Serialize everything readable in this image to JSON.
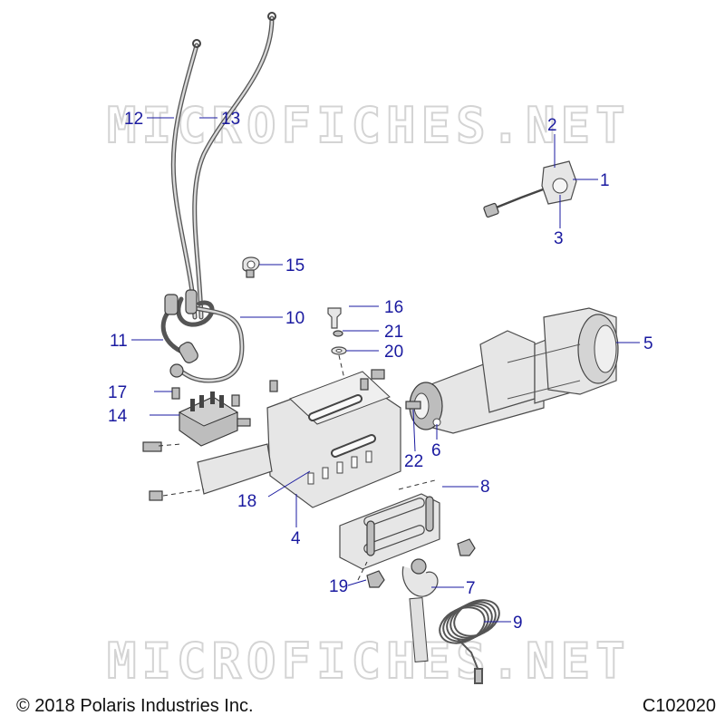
{
  "watermark": "MICROFICHES.NET",
  "copyright": "© 2018 Polaris Industries Inc.",
  "diagram_code": "C102020",
  "callouts": {
    "c1": "1",
    "c2": "2",
    "c3": "3",
    "c4": "4",
    "c5": "5",
    "c6": "6",
    "c7": "7",
    "c8": "8",
    "c9": "9",
    "c10": "10",
    "c11": "11",
    "c12": "12",
    "c13": "13",
    "c14": "14",
    "c15": "15",
    "c16": "16",
    "c17": "17",
    "c18": "18",
    "c19": "19",
    "c20": "20",
    "c21": "21",
    "c22": "22"
  },
  "colors": {
    "callout": "#1a1aa0",
    "line": "#4a4a4a",
    "watermark": "#d4d4d4"
  }
}
